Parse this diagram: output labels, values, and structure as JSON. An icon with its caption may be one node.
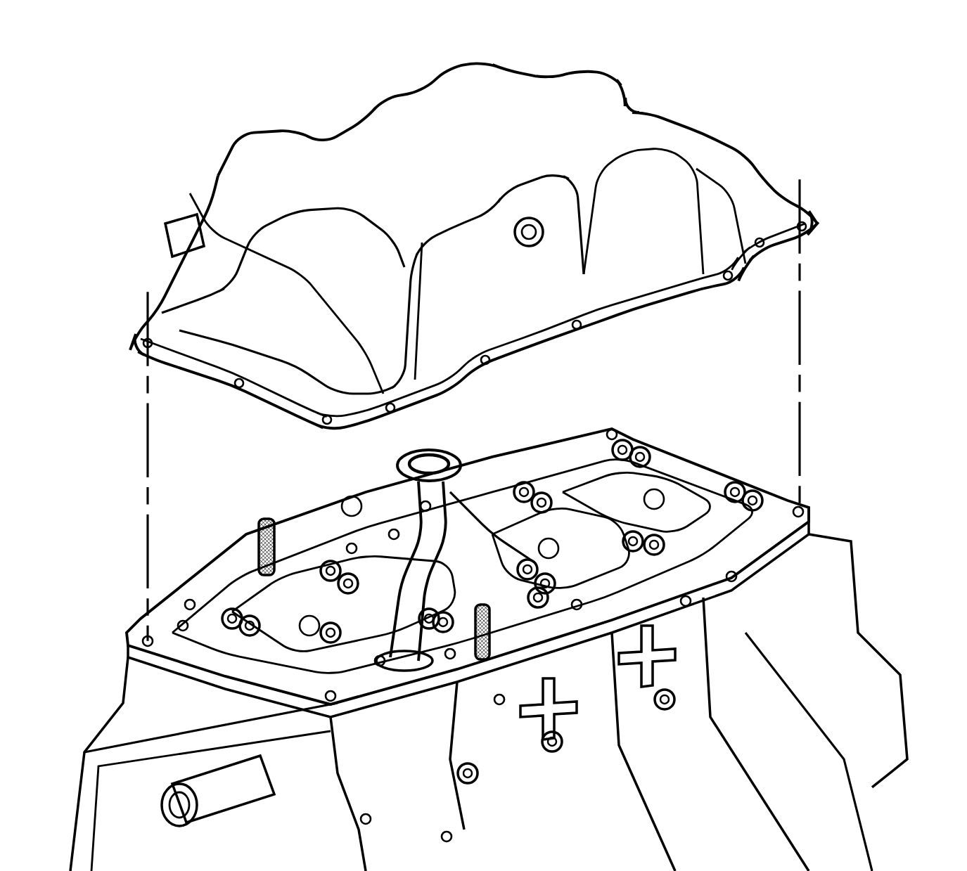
{
  "diagram": {
    "nodes": [
      {
        "text": [],
        "shape": "picture"
      },
      {
        "text": [],
        "shape": "picture"
      }
    ],
    "edges": [
      {
        "from": 0,
        "to": 1,
        "arrow": "none",
        "style": "dashed"
      },
      {
        "from": 0,
        "to": 1,
        "arrow": "none",
        "style": "dashed"
      }
    ]
  }
}
